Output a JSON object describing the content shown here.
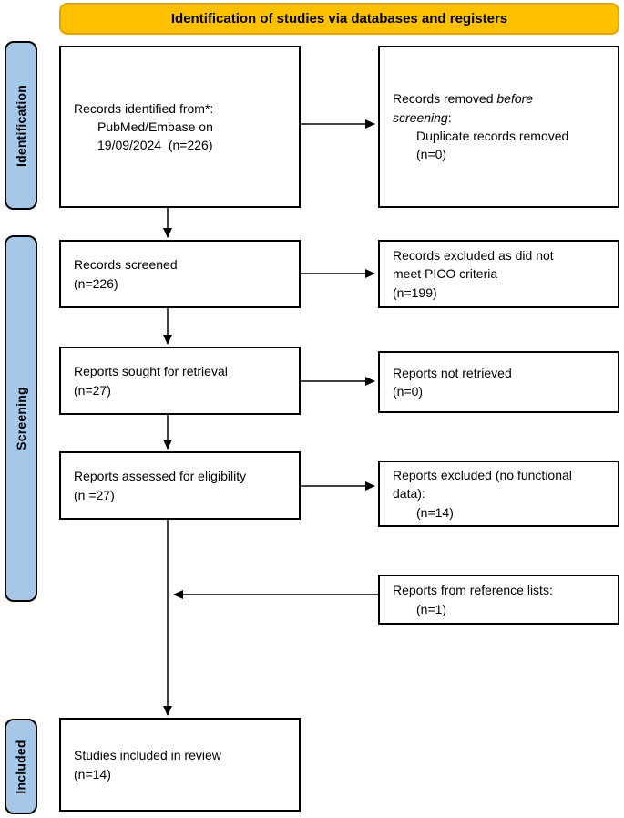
{
  "colors": {
    "banner_fill": "#FFC000",
    "banner_border": "#E2A400",
    "stage_fill": "#A5C8E9",
    "box_fill": "#FFFFFF",
    "line_color": "#000000"
  },
  "banner": {
    "label": "Identification of studies via databases and registers"
  },
  "stages": [
    {
      "label": "Identification"
    },
    {
      "label": "Screening"
    },
    {
      "label": "Included"
    }
  ],
  "boxes": {
    "records_identified": {
      "line1": "Records identified from*:",
      "indented": "PubMed/Embase on\n19/09/2024  (n=226)"
    },
    "records_removed": {
      "prefix": "Records removed ",
      "italic": "before\nscreening",
      "suffix": ":",
      "indented": "Duplicate records removed\n(n=0)"
    },
    "records_screened": {
      "text": "Records screened\n(n=226)"
    },
    "records_excluded_pico": {
      "text": "Records excluded as did not\nmeet PICO criteria\n(n=199)"
    },
    "reports_sought": {
      "text": "Reports sought for retrieval\n(n=27)"
    },
    "reports_not_retrieved": {
      "text": "Reports not retrieved\n(n=0)"
    },
    "reports_assessed": {
      "text": "Reports assessed for eligibility\n(n =27)"
    },
    "reports_excluded_functional": {
      "line1": "Reports excluded (no functional\ndata):",
      "indented": "(n=14)"
    },
    "reports_reference_lists": {
      "line1": "Reports from reference lists:",
      "indented": "(n=1)"
    },
    "studies_included": {
      "text": "Studies included in review\n(n=14)"
    }
  }
}
